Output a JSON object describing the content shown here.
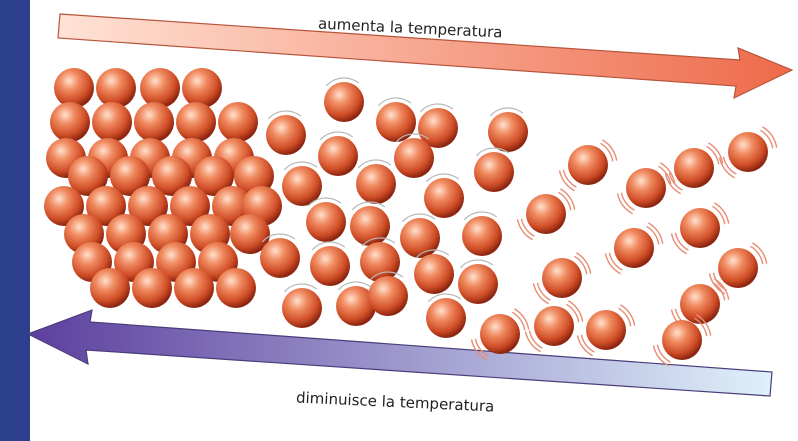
{
  "top_arrow": {
    "label": "aumenta la temperatura",
    "color_start": "#ffe3d6",
    "color_end": "#ee6a4a"
  },
  "bottom_arrow": {
    "label": "diminuisce la temperatura",
    "color_start": "#5c3f9e",
    "color_end": "#dff1fb"
  },
  "colors": {
    "background": "#2b3f8c",
    "panel": "#ffffff",
    "particle_highlight": "#ffe0cc",
    "particle_mid": "#e0663c",
    "particle_shadow": "#8a2410",
    "motion_lines": "#e88c74"
  },
  "states": [
    "solid",
    "liquid",
    "gas"
  ]
}
